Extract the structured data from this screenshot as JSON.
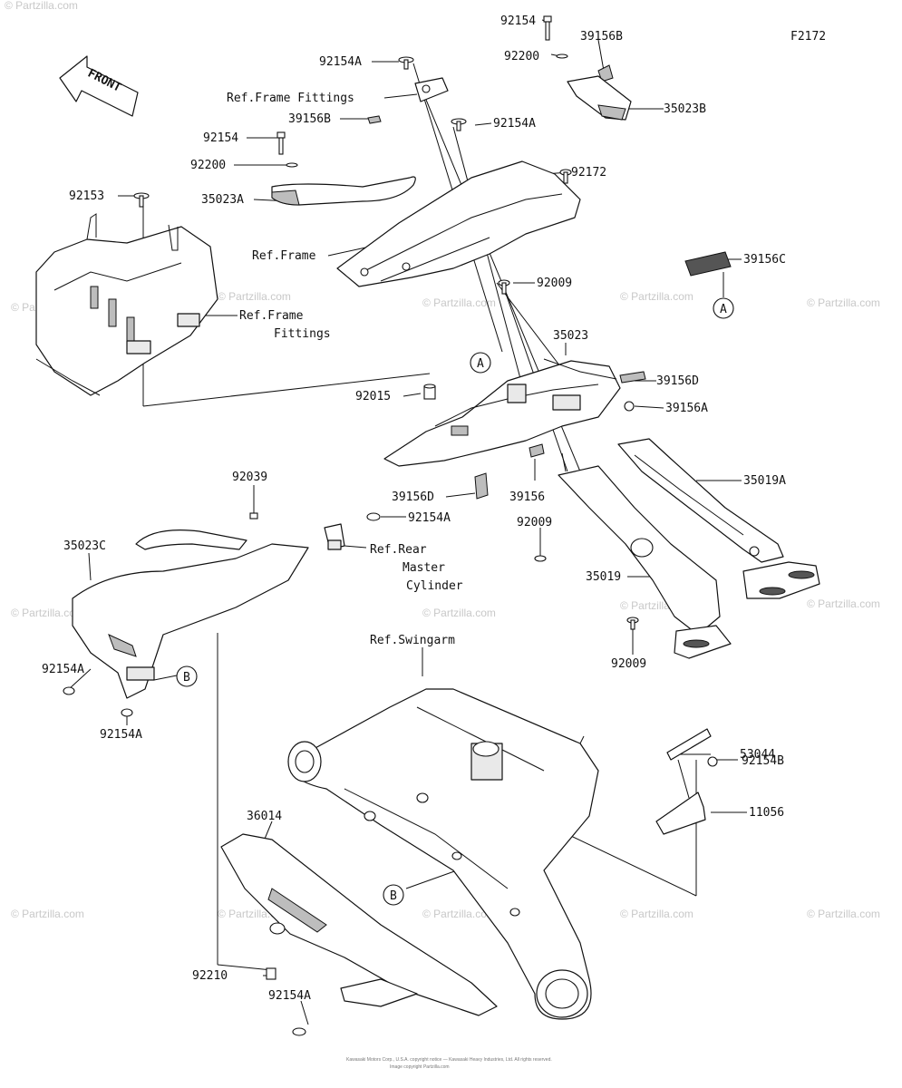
{
  "diagram_id": "F2172",
  "front_arrow": "FRONT",
  "callouts": {
    "a": "A",
    "b": "B"
  },
  "watermark": "Partzilla.com",
  "footer": {
    "line1": "Kawasaki Motors Corp., U.S.A. copyright notice — Kawasaki Heavy Industries, Ltd. All rights reserved.",
    "line2": "Image copyright Partzilla.com"
  },
  "labels": {
    "p92154_top": "92154",
    "p39156B_top": "39156B",
    "p92200_top": "92200",
    "p35023B": "35023B",
    "p92154A_top": "92154A",
    "ref_frame_fittings_top": "Ref.Frame Fittings",
    "p92154A_mid": "92154A",
    "p39156B_left": "39156B",
    "p92154_left": "92154",
    "p92200_left": "92200",
    "p35023A": "35023A",
    "p92172": "92172",
    "p92153": "92153",
    "ref_frame": "Ref.Frame",
    "p39156C": "39156C",
    "p92009_top": "92009",
    "ref_frame_fittings_left_1": "Ref.Frame",
    "ref_frame_fittings_left_2": "Fittings",
    "p35023": "35023",
    "p39156D_right": "39156D",
    "p92015": "92015",
    "p39156A": "39156A",
    "p35019A": "35019A",
    "p39156D_low": "39156D",
    "p39156": "39156",
    "p92039": "92039",
    "p92154A_center": "92154A",
    "p92009_mid": "92009",
    "p35023C": "35023C",
    "ref_rear_1": "Ref.Rear",
    "ref_rear_2": "Master",
    "ref_rear_3": "Cylinder",
    "p35019": "35019",
    "p92009_low": "92009",
    "ref_swingarm": "Ref.Swingarm",
    "p92154A_leftlow": "92154A",
    "p92154A_leftlow2": "92154A",
    "p53044": "53044",
    "p92154B": "92154B",
    "p11056": "11056",
    "p36014": "36014",
    "p92210": "92210",
    "p92154A_bottom": "92154A"
  }
}
